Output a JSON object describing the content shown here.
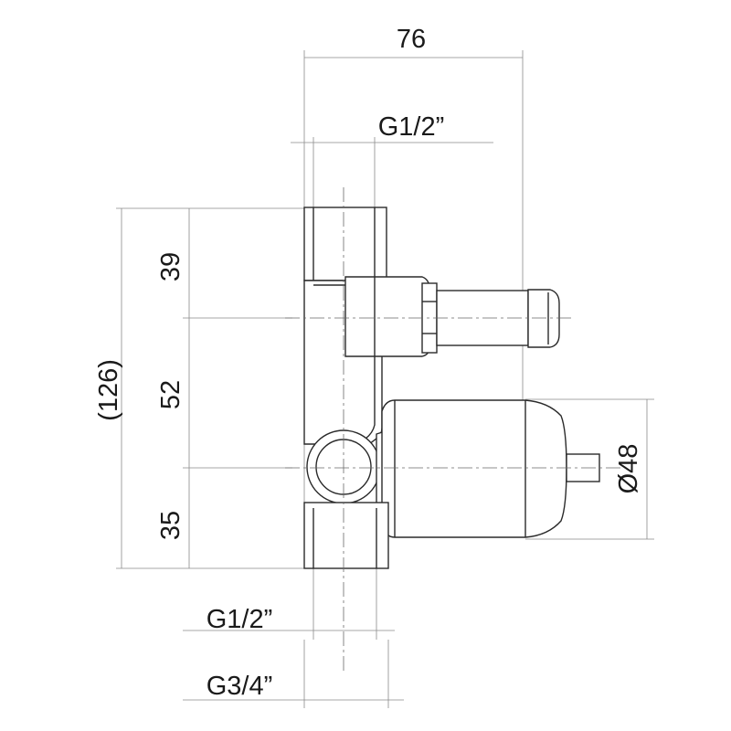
{
  "labels": {
    "width_top": "76",
    "inlet_top": "G1/2”",
    "height_total": "(126)",
    "height_upper": "39",
    "height_middle": "52",
    "height_lower": "35",
    "diameter": "Ø48",
    "outlet_bottom": "G1/2”",
    "connection_bottom": "G3/4”"
  },
  "colors": {
    "object_line": "#2a2a2a",
    "dimension_line": "#8a8a8a",
    "text": "#1a1a1a",
    "background": "#ffffff"
  }
}
